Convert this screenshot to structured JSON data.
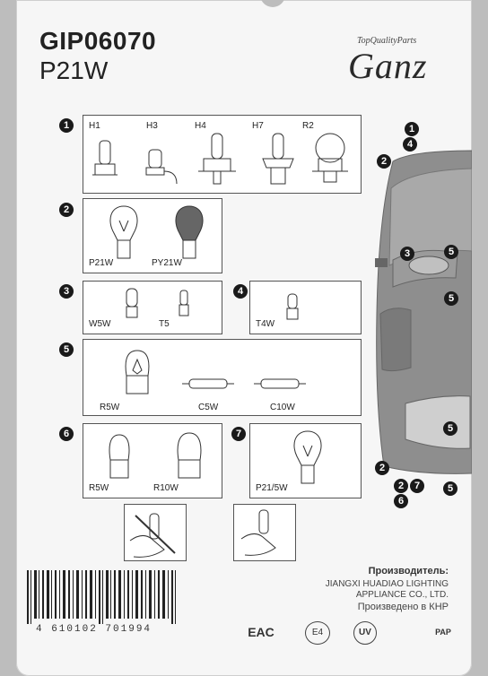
{
  "header": {
    "code": "GIP06070",
    "model": "P21W",
    "brand_tagline": "TopQualityParts",
    "brand_name": "Ganz"
  },
  "groups": [
    {
      "num": "1",
      "labels": [
        "H1",
        "H3",
        "H4",
        "H7",
        "R2"
      ]
    },
    {
      "num": "2",
      "labels": [
        "P21W",
        "PY21W"
      ]
    },
    {
      "num": "3",
      "labels": [
        "W5W",
        "T5"
      ]
    },
    {
      "num": "4",
      "labels": [
        "T4W"
      ]
    },
    {
      "num": "5",
      "labels": [
        "R5W",
        "C5W",
        "C10W"
      ]
    },
    {
      "num": "6",
      "labels": [
        "R5W",
        "R10W"
      ]
    },
    {
      "num": "7",
      "labels": [
        "P21/5W"
      ]
    }
  ],
  "car_markers": [
    "1",
    "4",
    "2",
    "3",
    "5",
    "5",
    "5",
    "2",
    "2",
    "7",
    "5",
    "6"
  ],
  "manufacturer": {
    "title": "Производитель:",
    "name_line1": "JIANGXI HUADIAO LIGHTING",
    "name_line2": "APPLIANCE CO., LTD.",
    "made_in": "Произведено в КНР"
  },
  "barcode": "4 610102 701994",
  "certs": [
    "EAC",
    "E4",
    "UV",
    "PAP"
  ],
  "colors": {
    "car_body": "#8e8e8e",
    "card": "#f6f6f6",
    "badge": "#1a1a1a"
  }
}
